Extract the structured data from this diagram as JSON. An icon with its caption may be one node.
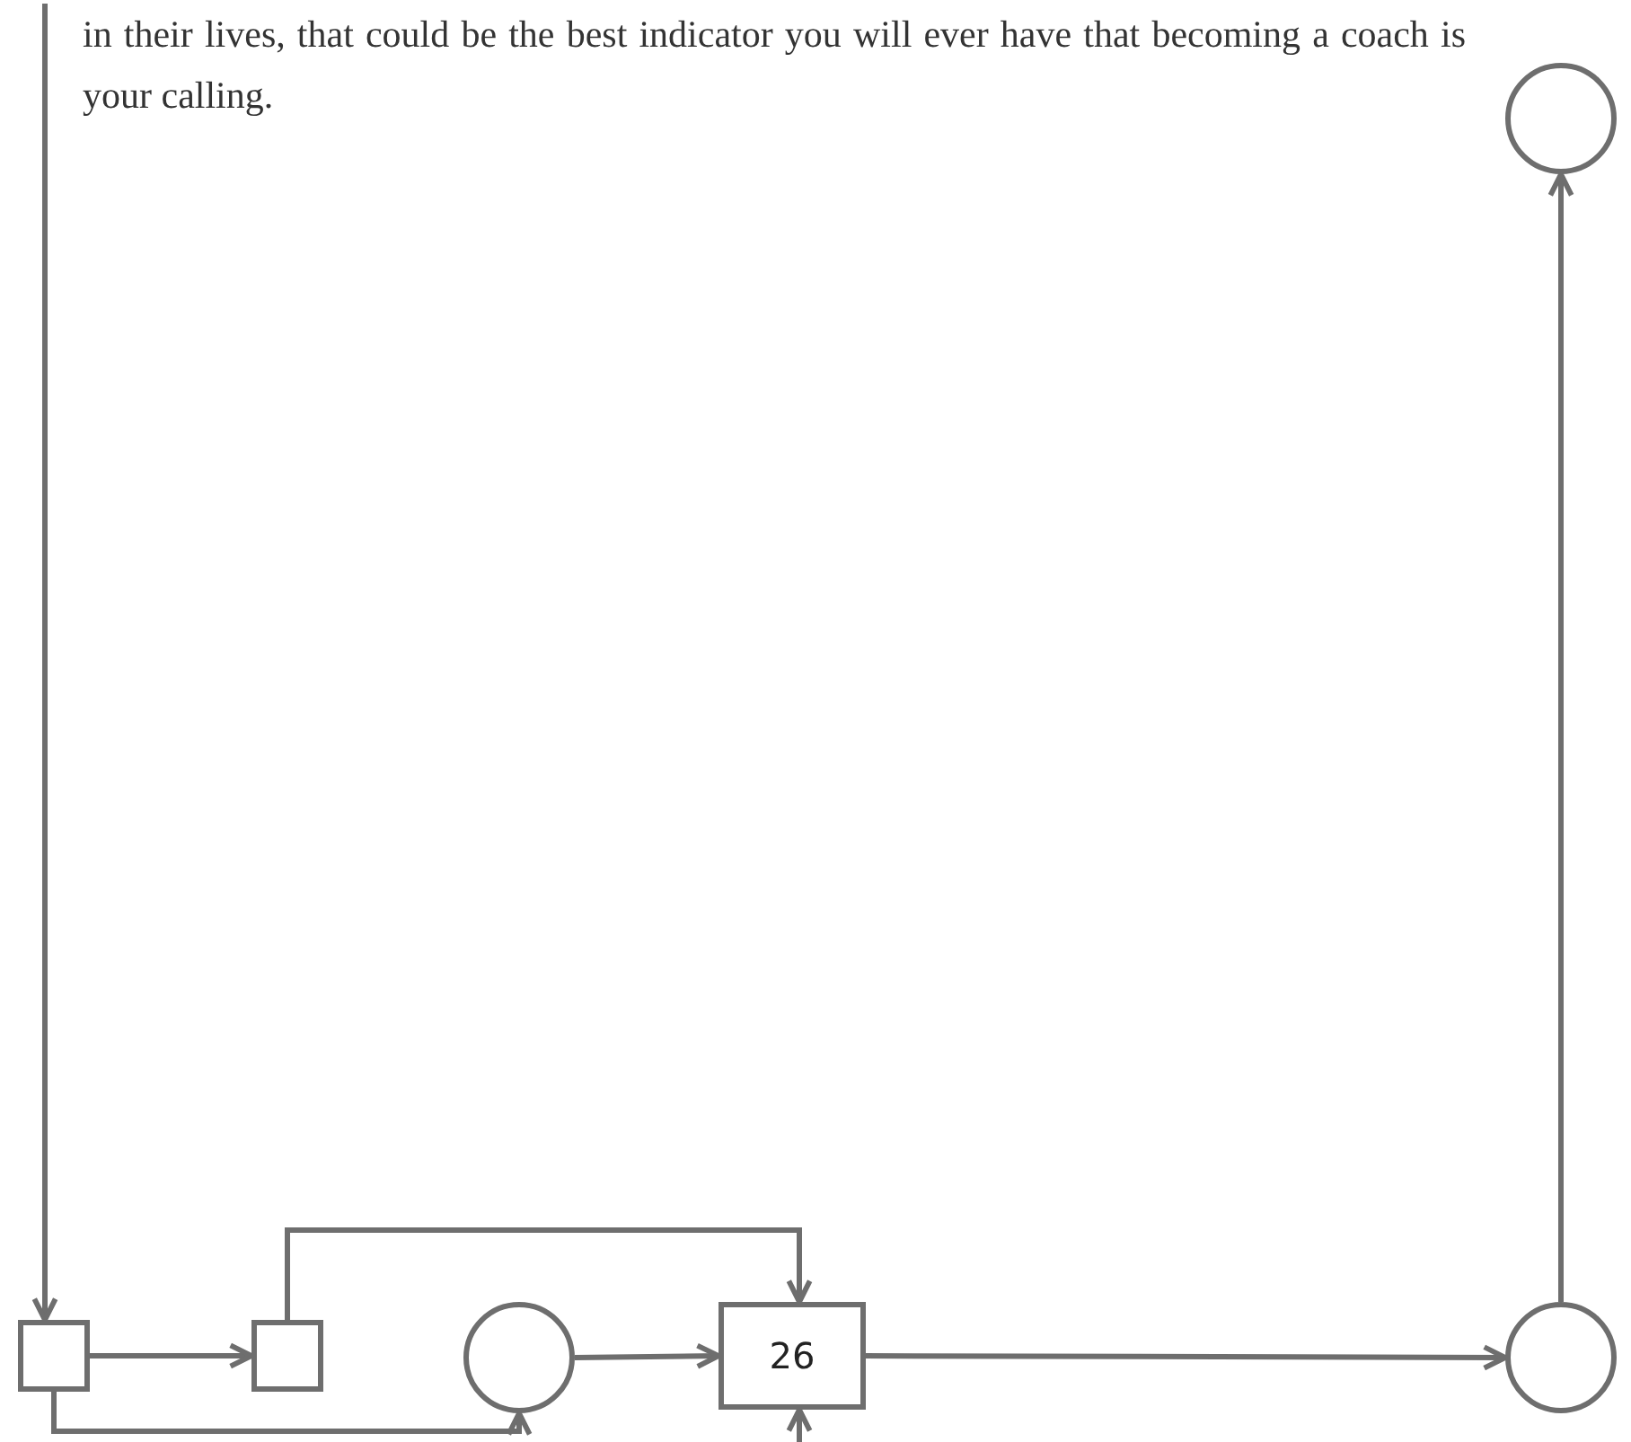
{
  "diagram": {
    "nodes": [
      {
        "text": [],
        "shape": "box"
      },
      {
        "text": [],
        "shape": "box"
      },
      {
        "text": [],
        "shape": "circle"
      },
      {
        "text": [
          "26"
        ]
      },
      {
        "text": [],
        "shape": "circle"
      },
      {
        "text": [],
        "shape": "circle"
      }
    ],
    "edges": [
      {
        "from": null,
        "to": 0,
        "arrow": "to"
      },
      {
        "from": 0,
        "to": 1,
        "arrow": "to"
      },
      {
        "from": 1,
        "to": 3,
        "arrow": "to"
      },
      {
        "from": 0,
        "to": 2,
        "arrow": "to"
      },
      {
        "from": 2,
        "to": 3,
        "arrow": "to"
      },
      {
        "from": 3,
        "to": 4,
        "arrow": "to"
      },
      {
        "from": 4,
        "to": 5,
        "arrow": "to"
      },
      {
        "from": null,
        "to": 3,
        "arrow": "to"
      }
    ],
    "labels": [
      "in their lives, that could be the best indicator you will ever have that becoming a coach is your calling."
    ]
  }
}
